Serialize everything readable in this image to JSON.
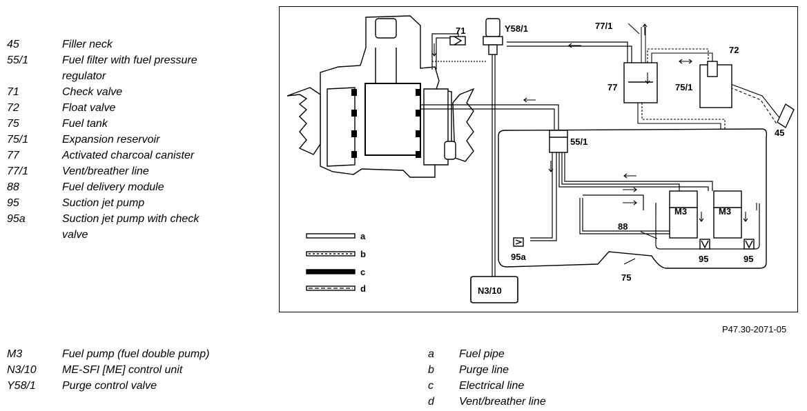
{
  "legend_top": [
    {
      "code": "45",
      "desc": "Filler neck"
    },
    {
      "code": "55/1",
      "desc": "Fuel filter with fuel pressure regulator"
    },
    {
      "code": "71",
      "desc": "Check valve"
    },
    {
      "code": "72",
      "desc": "Float valve"
    },
    {
      "code": "75",
      "desc": "Fuel tank"
    },
    {
      "code": "75/1",
      "desc": "Expansion reservoir"
    },
    {
      "code": "77",
      "desc": "Activated charcoal canister"
    },
    {
      "code": "77/1",
      "desc": "Vent/breather line"
    },
    {
      "code": "88",
      "desc": "Fuel delivery module"
    },
    {
      "code": "95",
      "desc": "Suction jet pump"
    },
    {
      "code": "95a",
      "desc": "Suction jet pump with check valve"
    }
  ],
  "legend_bottom_left": [
    {
      "code": "M3",
      "desc": "Fuel pump (fuel double pump)"
    },
    {
      "code": "N3/10",
      "desc": "ME-SFI [ME] control unit"
    },
    {
      "code": "Y58/1",
      "desc": "Purge control valve"
    }
  ],
  "legend_bottom_right": [
    {
      "code": "a",
      "desc": "Fuel pipe"
    },
    {
      "code": "b",
      "desc": "Purge line"
    },
    {
      "code": "c",
      "desc": "Electrical line"
    },
    {
      "code": "d",
      "desc": "Vent/breather line"
    }
  ],
  "figure_ref": "P47.30-2071-05",
  "diagram": {
    "labels": {
      "y58_1": "Y58/1",
      "n71": "71",
      "n77_1": "77/1",
      "n72": "72",
      "n77": "77",
      "n75_1": "75/1",
      "n45": "45",
      "n55_1": "55/1",
      "m3_left": "M3",
      "m3_right": "M3",
      "n88": "88",
      "n95a": "95a",
      "n95_left": "95",
      "n95_right": "95",
      "n75": "75",
      "n3_10": "N3/10"
    },
    "line_key": [
      "a",
      "b",
      "c",
      "d"
    ]
  }
}
